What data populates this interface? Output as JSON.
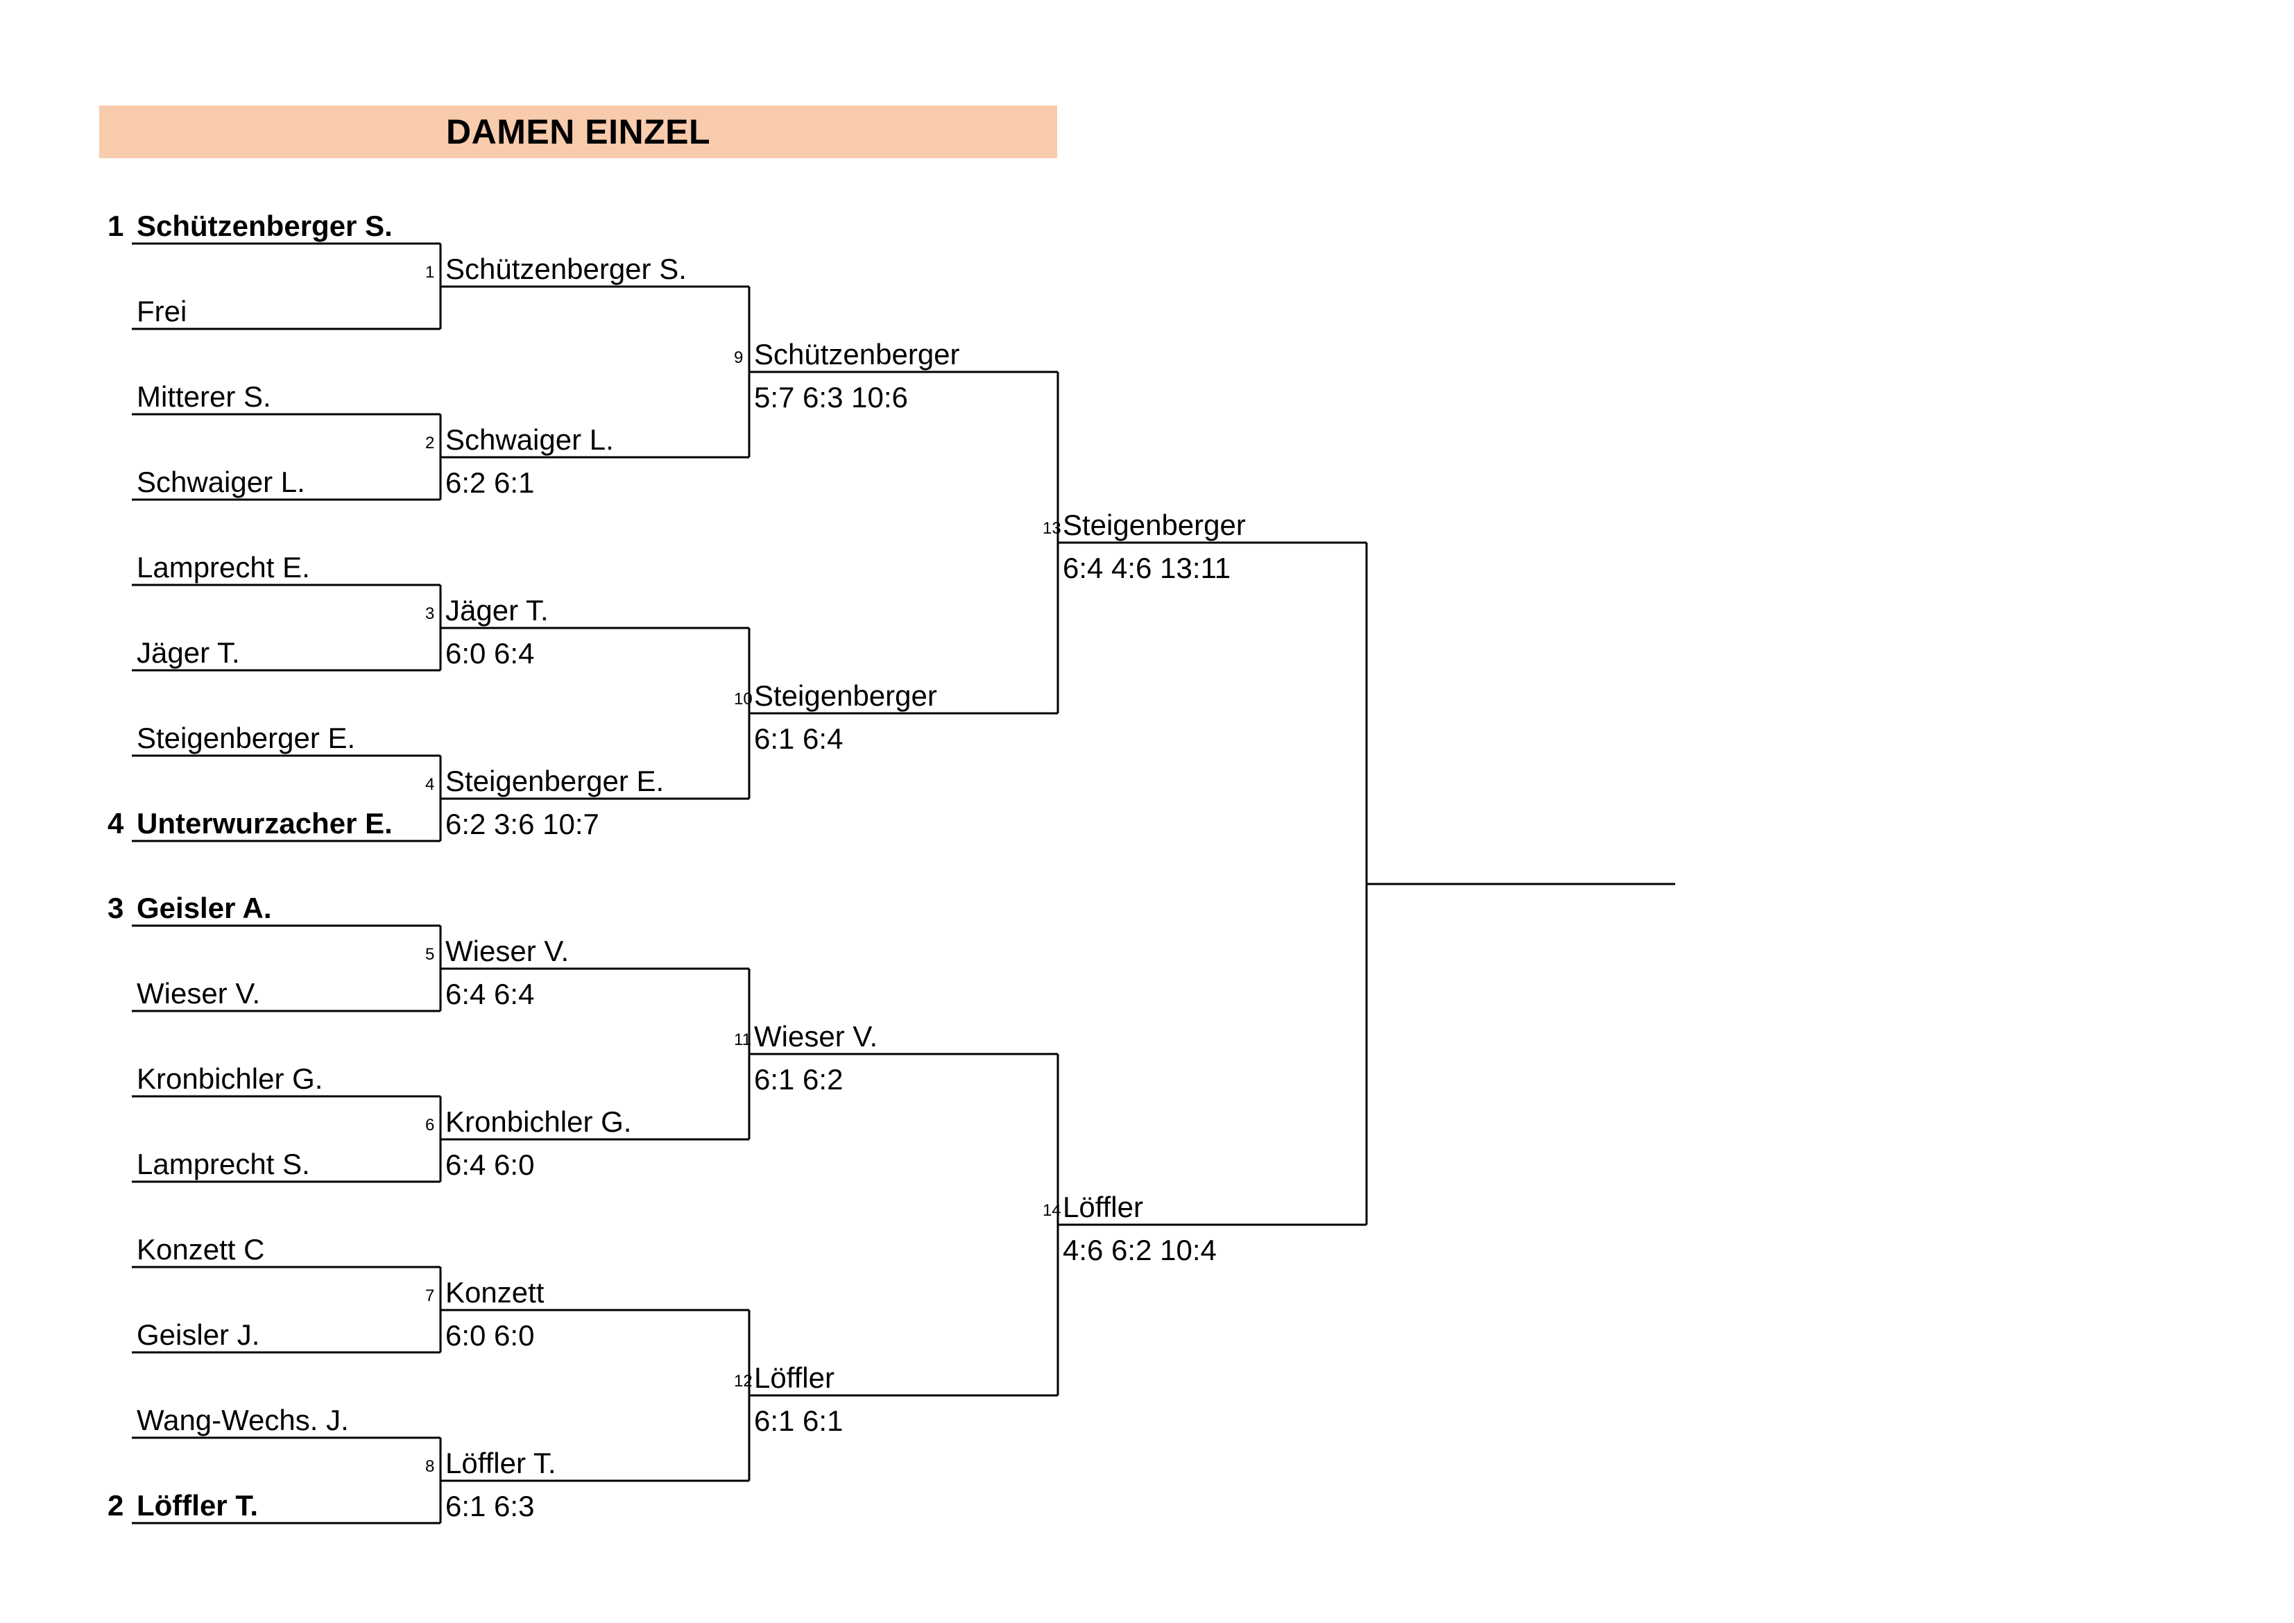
{
  "title": "DAMEN EINZEL",
  "round1": [
    {
      "seed": "1",
      "name": "Schützenberger S."
    },
    {
      "seed": "",
      "name": "Frei"
    },
    {
      "seed": "",
      "name": "Mitterer S."
    },
    {
      "seed": "",
      "name": "Schwaiger L."
    },
    {
      "seed": "",
      "name": "Lamprecht E."
    },
    {
      "seed": "",
      "name": "Jäger T."
    },
    {
      "seed": "",
      "name": "Steigenberger E."
    },
    {
      "seed": "4",
      "name": "Unterwurzacher E."
    },
    {
      "seed": "3",
      "name": "Geisler A."
    },
    {
      "seed": "",
      "name": "Wieser V."
    },
    {
      "seed": "",
      "name": "Kronbichler G."
    },
    {
      "seed": "",
      "name": "Lamprecht S."
    },
    {
      "seed": "",
      "name": "Konzett C"
    },
    {
      "seed": "",
      "name": "Geisler J."
    },
    {
      "seed": "",
      "name": "Wang-Wechs. J."
    },
    {
      "seed": "2",
      "name": "Löffler T."
    }
  ],
  "round2": [
    {
      "match": "1",
      "winner": "Schützenberger S.",
      "score": ""
    },
    {
      "match": "2",
      "winner": "Schwaiger L.",
      "score": "6:2 6:1"
    },
    {
      "match": "3",
      "winner": "Jäger T.",
      "score": "6:0 6:4"
    },
    {
      "match": "4",
      "winner": "Steigenberger E.",
      "score": "6:2 3:6 10:7"
    },
    {
      "match": "5",
      "winner": "Wieser V.",
      "score": "6:4 6:4"
    },
    {
      "match": "6",
      "winner": "Kronbichler G.",
      "score": "6:4 6:0"
    },
    {
      "match": "7",
      "winner": "Konzett",
      "score": "6:0 6:0"
    },
    {
      "match": "8",
      "winner": "Löffler T.",
      "score": "6:1 6:3"
    }
  ],
  "round3": [
    {
      "match": "9",
      "winner": "Schützenberger",
      "score": "5:7 6:3 10:6"
    },
    {
      "match": "10",
      "winner": "Steigenberger",
      "score": "6:1 6:4"
    },
    {
      "match": "11",
      "winner": "Wieser V.",
      "score": "6:1 6:2"
    },
    {
      "match": "12",
      "winner": "Löffler",
      "score": "6:1 6:1"
    }
  ],
  "round4": [
    {
      "match": "13",
      "winner": "Steigenberger",
      "score": "6:4 4:6 13:11"
    },
    {
      "match": "14",
      "winner": "Löffler",
      "score": "4:6 6:2 10:4"
    }
  ],
  "final": {
    "winner": "",
    "score": ""
  }
}
